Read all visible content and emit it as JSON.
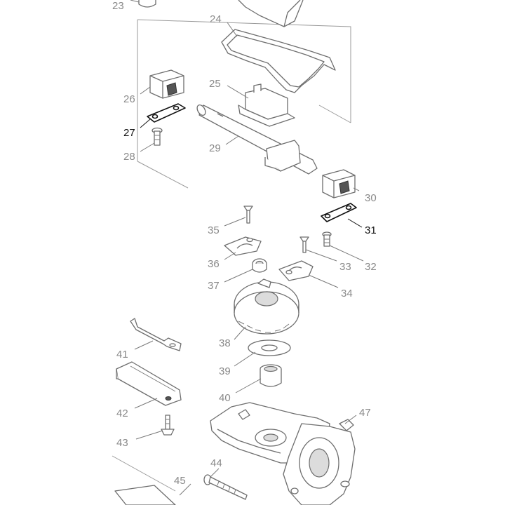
{
  "part_numbers": {
    "p23": "23",
    "p24": "24",
    "p25": "25",
    "p26": "26",
    "p27": "27",
    "p28": "28",
    "p29": "29",
    "p30": "30",
    "p31": "31",
    "p32": "32",
    "p33": "33",
    "p34": "34",
    "p35": "35",
    "p36": "36",
    "p37": "37",
    "p38": "38",
    "p39": "39",
    "p40": "40",
    "p41": "41",
    "p42": "42",
    "p43": "43",
    "p44": "44",
    "p45": "45",
    "p47": "47"
  },
  "highlighted_parts": [
    "27",
    "31"
  ],
  "colors": {
    "line": "#6e6e6e",
    "highlight": "#111111",
    "label": "#8a8a8a"
  }
}
